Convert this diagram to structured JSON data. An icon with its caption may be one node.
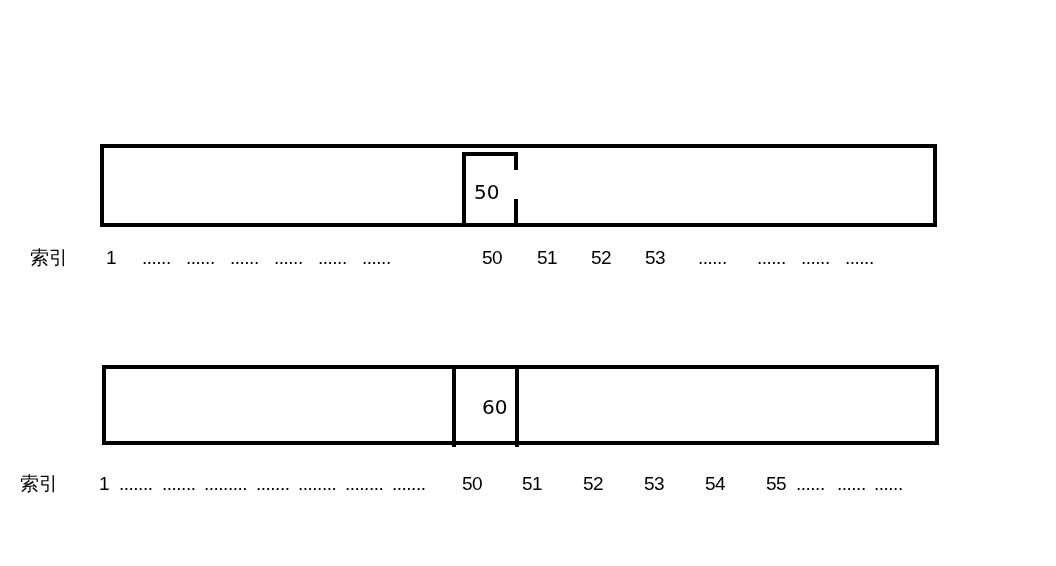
{
  "diagram": {
    "nodes": [
      {
        "text": [],
        "shape": "box"
      },
      {
        "text": [
          "50"
        ],
        "in": 0
      },
      {
        "text": [],
        "shape": "box"
      },
      {
        "text": [
          "60"
        ],
        "in": 2
      }
    ],
    "labels": [
      "索引",
      "1",
      "......",
      "......",
      "......",
      "......",
      "......",
      "......",
      "50",
      "51",
      "52",
      "53",
      "......",
      "......",
      "......",
      "......",
      "索引",
      "1",
      ".......",
      ".......",
      ".........",
      ".......",
      "........",
      "........",
      ".......",
      "50",
      "51",
      "52",
      "53",
      "54",
      "55",
      "......",
      "......",
      "......"
    ]
  }
}
